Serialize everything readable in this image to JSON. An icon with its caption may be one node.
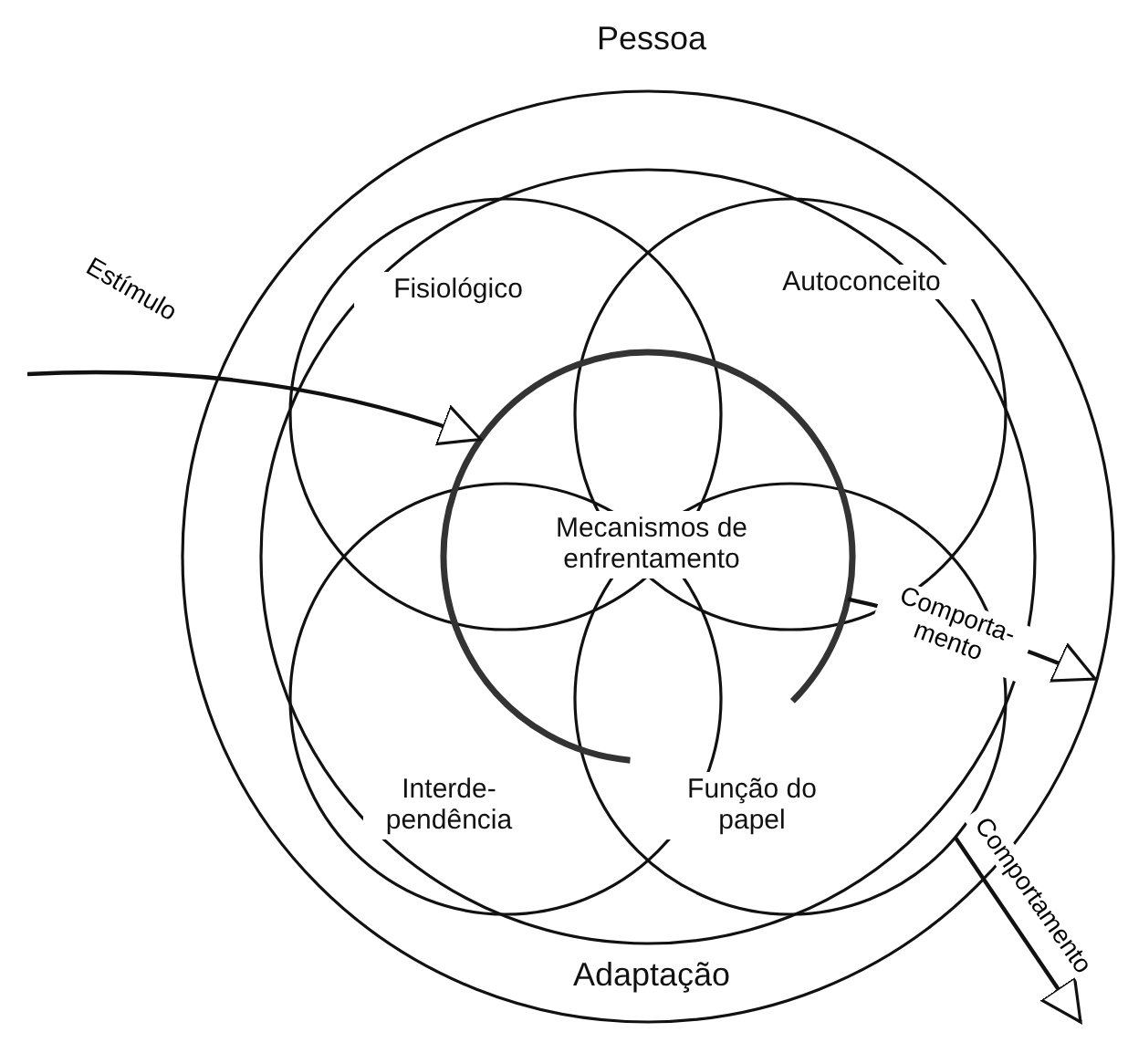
{
  "diagram": {
    "nodes": [
      {
        "text": [
          "Pessoa",
          "Adaptação"
        ]
      },
      {
        "text": [
          "Fisiológico"
        ],
        "in": 0
      },
      {
        "text": [
          "Autoconceito"
        ],
        "in": 0
      },
      {
        "text": [
          "Interde- pendência"
        ],
        "in": 0
      },
      {
        "text": [
          "Função do papel"
        ],
        "in": 0
      },
      {
        "text": [
          "Mecanismos de enfrentamento"
        ],
        "in": 0
      }
    ],
    "edges": [
      {
        "from": null,
        "to": 5,
        "arrow": "to",
        "label": "Estímulo"
      },
      {
        "from": 5,
        "to": null,
        "arrow": "to",
        "label": "Comporta- mento"
      },
      {
        "from": 4,
        "to": null,
        "arrow": "to",
        "label": "Comportamento"
      }
    ]
  }
}
